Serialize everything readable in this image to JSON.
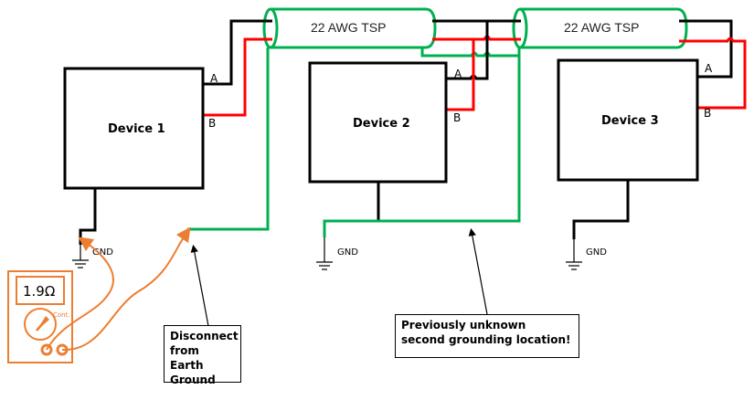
{
  "devices": [
    {
      "label": "Device 1",
      "pin_a": "A",
      "pin_b": "B",
      "ground_label": "GND"
    },
    {
      "label": "Device 2",
      "pin_a": "A",
      "pin_b": "B",
      "ground_label": "GND"
    },
    {
      "label": "Device 3",
      "pin_a": "A",
      "pin_b": "B",
      "ground_label": "GND"
    }
  ],
  "cables": [
    {
      "label": "22 AWG TSP"
    },
    {
      "label": "22 AWG TSP"
    }
  ],
  "multimeter": {
    "reading": "1.9Ω",
    "mode": "Cont."
  },
  "callouts": {
    "disconnect": "Disconnect from Earth Ground",
    "second_ground": "Previously unknown second grounding location!"
  },
  "colors": {
    "wire_a": "#000000",
    "wire_b": "#ff0000",
    "shield": "#00b050",
    "meter": "#ed7d31"
  }
}
